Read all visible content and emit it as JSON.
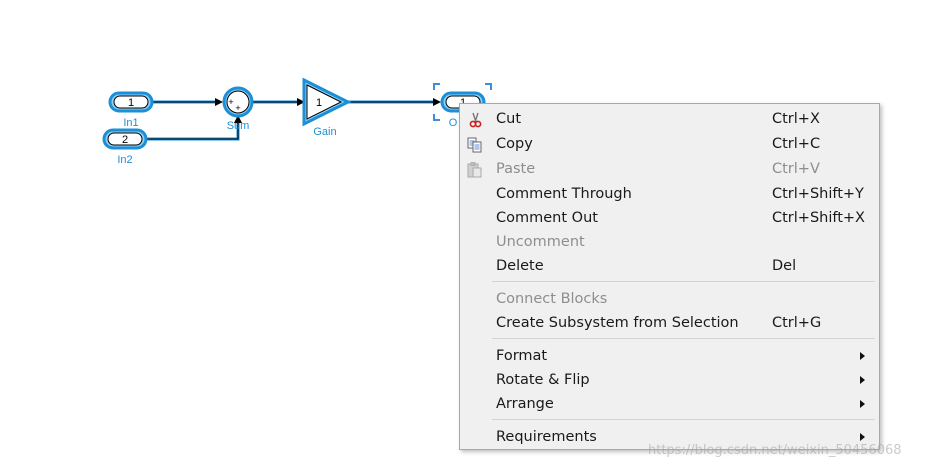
{
  "diagram": {
    "blocks": {
      "in1": {
        "value": "1",
        "label": "In1"
      },
      "in2": {
        "value": "2",
        "label": "In2"
      },
      "sum": {
        "label": "Sum",
        "sign1": "+",
        "sign2": "+"
      },
      "gain": {
        "value": "1",
        "label": "Gain"
      },
      "out1": {
        "value": "1",
        "label": "O"
      }
    }
  },
  "context_menu": {
    "items": [
      {
        "label": "Cut",
        "shortcut": "Ctrl+X",
        "icon": "scissors-icon",
        "enabled": true
      },
      {
        "label": "Copy",
        "shortcut": "Ctrl+C",
        "icon": "copy-icon",
        "enabled": true
      },
      {
        "label": "Paste",
        "shortcut": "Ctrl+V",
        "icon": "paste-icon",
        "enabled": false
      },
      {
        "label": "Comment Through",
        "shortcut": "Ctrl+Shift+Y",
        "enabled": true
      },
      {
        "label": "Comment Out",
        "shortcut": "Ctrl+Shift+X",
        "enabled": true
      },
      {
        "label": "Uncomment",
        "shortcut": "",
        "enabled": false
      },
      {
        "label": "Delete",
        "shortcut": "Del",
        "enabled": true
      },
      {
        "label": "Connect Blocks",
        "shortcut": "",
        "enabled": false
      },
      {
        "label": "Create Subsystem from Selection",
        "shortcut": "Ctrl+G",
        "enabled": true
      },
      {
        "label": "Format",
        "submenu": true,
        "enabled": true
      },
      {
        "label": "Rotate & Flip",
        "submenu": true,
        "enabled": true
      },
      {
        "label": "Arrange",
        "submenu": true,
        "enabled": true
      },
      {
        "label": "Requirements",
        "submenu": true,
        "enabled": true
      }
    ]
  },
  "watermark": "https://blog.csdn.net/weixin_50456068",
  "colors": {
    "accent": "#1b8fd8",
    "signal_line": "#1b8fd8",
    "menu_bg": "#f0f0f0",
    "disabled_text": "#8e8e8e"
  }
}
